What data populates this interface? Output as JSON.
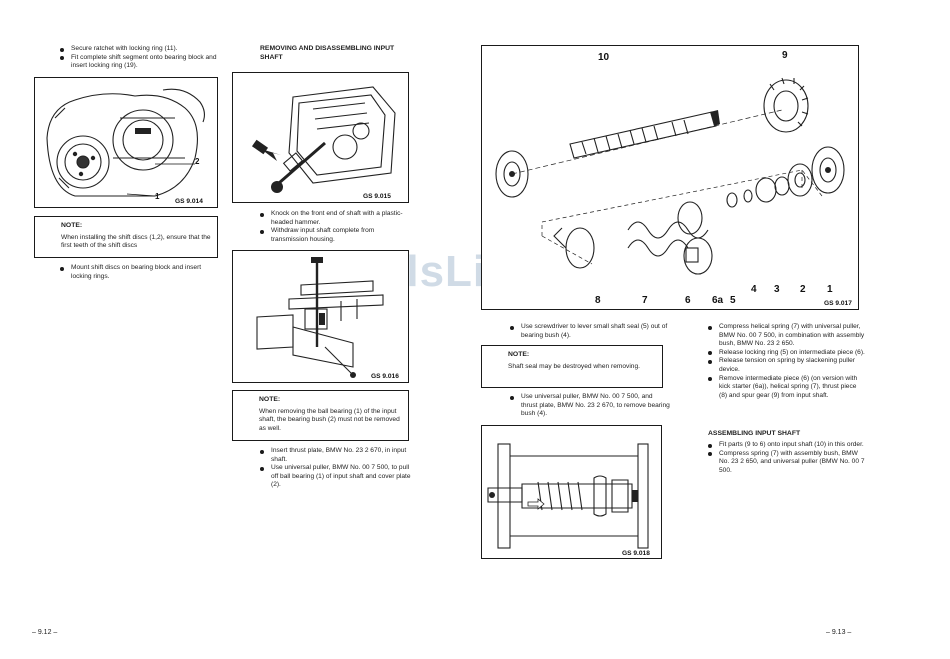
{
  "left_page": {
    "col1": {
      "bullets_top": [
        "Secure ratchet with locking ring (11).",
        "Fit complete shift segment onto bearing block and insert locking ring (19)."
      ],
      "figure": {
        "caption": "GS 9.014",
        "callouts": [
          "2",
          "1"
        ]
      },
      "note": {
        "title": "NOTE:",
        "text": "When installing the shift discs (1,2), ensure that the first teeth of the shift discs"
      },
      "bullets_bottom": [
        "Mount shift discs on bearing block and insert locking rings."
      ]
    },
    "col2": {
      "heading": "REMOVING AND DISASSEMBLING INPUT SHAFT",
      "figure_a_caption": "GS 9.015",
      "bullets_mid": [
        "Knock on the front end of shaft with a plastic-headed hammer.",
        "Withdraw input shaft complete from transmission housing."
      ],
      "figure_b_caption": "GS 9.016",
      "note": {
        "title": "NOTE:",
        "text": "When removing the ball bearing (1) of the input shaft, the bearing bush (2) must not be removed as well."
      },
      "bullets_bottom": [
        "Insert thrust plate, BMW No. 23 2 670, in input shaft.",
        "Use universal puller, BMW No. 00 7 500, to pull off ball bearing (1) of input shaft and cover plate (2)."
      ]
    },
    "page_number": "– 9.12 –"
  },
  "right_page": {
    "exploded_figure": {
      "caption": "GS 9.017",
      "labels_top": [
        "10",
        "9"
      ],
      "labels_bottom": [
        "8",
        "7",
        "6",
        "6a",
        "5",
        "4",
        "3",
        "2",
        "1"
      ]
    },
    "col1": {
      "bullets_top": [
        "Use screwdriver to lever small shaft seal (5) out of bearing bush (4)."
      ],
      "note": {
        "title": "NOTE:",
        "text": "Shaft seal may be destroyed when removing."
      },
      "bullets_bottom": [
        "Use universal puller, BMW No. 00 7 500, and thrust plate, BMW No. 23 2 670, to remove bearing bush (4)."
      ],
      "figure_caption": "GS 9.018"
    },
    "col2": {
      "bullets_top": [
        "Compress helical spring (7) with universal puller, BMW No. 00 7 500, in combination with assembly bush, BMW No. 23 2 650.",
        "Release locking ring (5) on intermediate piece (6).",
        "Release tension on spring by slackening puller device.",
        "Remove intermediate piece (6) (on version with kick starter (6a)), helical spring (7), thrust piece (8) and spur gear (9) from input shaft."
      ],
      "heading": "ASSEMBLING INPUT SHAFT",
      "bullets_bottom": [
        "Fit parts (9 to 6) onto input shaft (10) in this order.",
        "Compress spring (7) with assembly bush, BMW No. 23 2 650, and universal puller (BMW No. 00 7 500."
      ]
    },
    "page_number": "– 9.13 –"
  },
  "watermark": "ManualsLib.com"
}
